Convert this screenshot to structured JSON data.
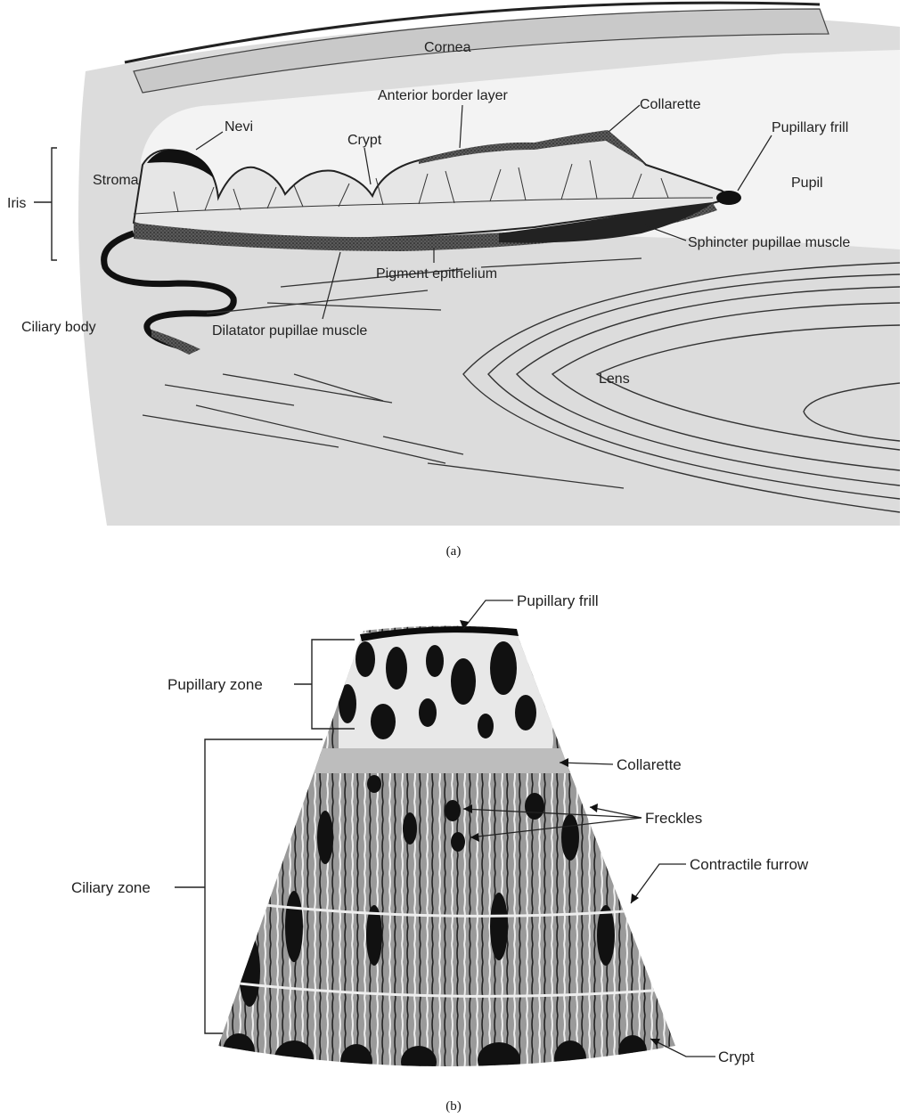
{
  "figure": {
    "caption_a": "(a)",
    "caption_b": "(b)"
  },
  "panel_a": {
    "labels": {
      "cornea": "Cornea",
      "anterior_border_layer": "Anterior border layer",
      "collarette": "Collarette",
      "nevi": "Nevi",
      "crypt": "Crypt",
      "pupillary_frill": "Pupillary frill",
      "stroma": "Stroma",
      "iris": "Iris",
      "pupil": "Pupil",
      "sphincter": "Sphincter pupillae muscle",
      "pigment_epithelium": "Pigment epithelium",
      "ciliary_body": "Ciliary body",
      "dilatator": "Dilatator pupillae muscle",
      "lens": "Lens"
    }
  },
  "panel_b": {
    "labels": {
      "pupillary_frill": "Pupillary frill",
      "pupillary_zone": "Pupillary zone",
      "collarette": "Collarette",
      "freckles": "Freckles",
      "ciliary_zone": "Ciliary zone",
      "contractile_furrow": "Contractile furrow",
      "crypt": "Crypt"
    }
  }
}
